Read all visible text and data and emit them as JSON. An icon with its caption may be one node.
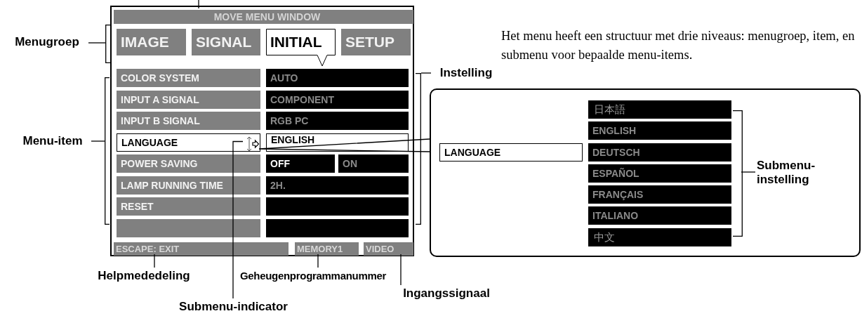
{
  "diagram": {
    "nodes": [
      {
        "text": [],
        "shape": "box"
      },
      {
        "text": [
          "MOVE MENU WINDOW"
        ],
        "in": 0
      },
      {
        "text": [
          "IMAGE"
        ],
        "in": 0
      },
      {
        "text": [
          "SIGNAL"
        ],
        "in": 0
      },
      {
        "text": [
          "INITIAL"
        ],
        "in": 0
      },
      {
        "text": [
          "SETUP"
        ],
        "in": 0
      },
      {
        "text": [
          "COLOR SYSTEM"
        ],
        "in": 0
      },
      {
        "text": [
          "AUTO"
        ],
        "in": 0
      },
      {
        "text": [
          "INPUT A SIGNAL"
        ],
        "in": 0
      },
      {
        "text": [
          "COMPONENT"
        ],
        "in": 0
      },
      {
        "text": [
          "INPUT B SIGNAL"
        ],
        "in": 0
      },
      {
        "text": [
          "RGB PC"
        ],
        "in": 0
      },
      {
        "text": [
          "LANGUAGE"
        ],
        "in": 0
      },
      {
        "text": [
          "ENGLISH"
        ],
        "in": 0
      },
      {
        "text": [
          "POWER SAVING"
        ],
        "in": 0
      },
      {
        "text": [
          "OFF"
        ],
        "in": 0
      },
      {
        "text": [
          "ON"
        ],
        "in": 0
      },
      {
        "text": [
          "LAMP RUNNING TIME"
        ],
        "in": 0
      },
      {
        "text": [
          "2H."
        ],
        "in": 0
      },
      {
        "text": [
          "RESET"
        ],
        "in": 0
      },
      {
        "text": [],
        "shape": "bar",
        "in": 0
      },
      {
        "text": [],
        "shape": "bar",
        "in": 0
      },
      {
        "text": [],
        "shape": "bar",
        "in": 0
      },
      {
        "text": [
          "ESCAPE: EXIT"
        ],
        "in": 0
      },
      {
        "text": [
          "MEMORY1"
        ],
        "in": 0
      },
      {
        "text": [
          "VIDEO"
        ],
        "in": 0
      },
      {
        "text": [],
        "shape": "picture",
        "in": 12
      },
      {
        "text": [],
        "shape": "box"
      },
      {
        "text": [
          "LANGUAGE"
        ],
        "in": 27
      },
      {
        "text": [
          "日本語"
        ],
        "in": 27
      },
      {
        "text": [
          "ENGLISH"
        ],
        "in": 27
      },
      {
        "text": [
          "DEUTSCH"
        ],
        "in": 27
      },
      {
        "text": [
          "ESPAÑOL"
        ],
        "in": 27
      },
      {
        "text": [
          "FRANÇAIS"
        ],
        "in": 27
      },
      {
        "text": [
          "ITALIANO"
        ],
        "in": 27
      },
      {
        "text": [
          "中文"
        ],
        "in": 27
      },
      {
        "text": [
          "Menugroep"
        ]
      },
      {
        "text": [
          "Menu-item"
        ]
      },
      {
        "text": [
          "Instelling"
        ]
      },
      {
        "text": [
          "Submenu-instelling"
        ],
        "in": 27
      },
      {
        "text": [
          "Helpmededeling"
        ]
      },
      {
        "text": [
          "Geheugenprogrammanummer"
        ]
      },
      {
        "text": [
          "Ingangssignaal"
        ]
      },
      {
        "text": [
          "Submenu-indicator"
        ]
      },
      {
        "text": [],
        "shape": "bracket"
      },
      {
        "text": [],
        "shape": "bracket"
      },
      {
        "text": [],
        "shape": "bracket"
      },
      {
        "text": [],
        "shape": "bracket",
        "in": 27
      }
    ],
    "edges": [
      {
        "from": null,
        "to": 1,
        "arrow": "none"
      },
      {
        "from": 36,
        "to": 44,
        "arrow": "none"
      },
      {
        "from": 37,
        "to": 45,
        "arrow": "none"
      },
      {
        "from": 38,
        "to": 46,
        "arrow": "none"
      },
      {
        "from": 39,
        "to": 47,
        "arrow": "none"
      },
      {
        "from": 40,
        "to": 23,
        "arrow": "none"
      },
      {
        "from": 41,
        "to": 24,
        "arrow": "none"
      },
      {
        "from": 42,
        "to": 25,
        "arrow": "none"
      },
      {
        "from": 43,
        "to": 26,
        "arrow": "none"
      },
      {
        "from": 12,
        "to": 27,
        "arrow": "none"
      }
    ],
    "labels": [
      "Het menu heeft een structuur met drie niveaus: menugroep, item, en submenu voor bepaalde menu-items."
    ]
  }
}
